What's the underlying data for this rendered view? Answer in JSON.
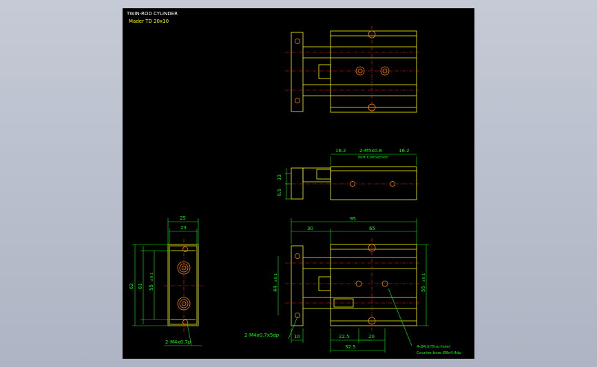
{
  "title": "TWIN-ROD CYLINDER",
  "model": "Mader  TD 20x10",
  "dims": {
    "top_left_16_2": "16.2",
    "port_spec": "2-M5x0.8",
    "top_right_16_2": "16.2",
    "port_connection": "Port Connection",
    "side_13": "13",
    "side_6_5": "6.5",
    "len_95": "95",
    "len_30": "30",
    "len_65": "65",
    "h_44": "44",
    "h_44_tol": "±0.1",
    "h_55_right": "55",
    "h_55_right_tol": "±0.1",
    "w_25": "25",
    "w_23": "23",
    "h_62": "62",
    "h_61": "61",
    "h_55_left": "55",
    "h_55_left_tol": "±0.1",
    "thread_left": "2-M4x0.7p",
    "thread_bottom": "2-M4x0.7x5dp",
    "b_10": "10",
    "b_22_5": "22.5",
    "b_20": "20",
    "b_32_5": "32.5",
    "holes": "4-Ø4.5(Thru-hole)",
    "counterbore": "Counter bore Ø8x4.4dp"
  }
}
